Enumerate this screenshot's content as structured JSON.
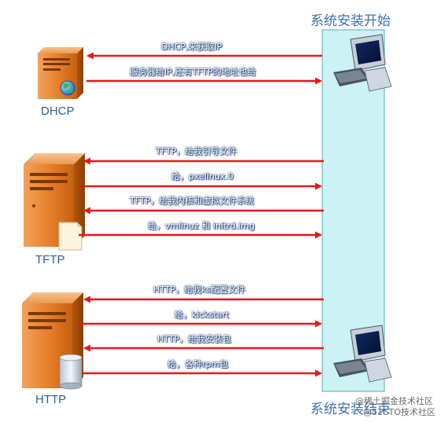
{
  "titles": {
    "start": "系统安装开始",
    "end": "系统安装结束"
  },
  "servers": {
    "dhcp": "DHCP",
    "tftp": "TFTP",
    "http": "HTTP"
  },
  "messages": [
    {
      "text": "DHCP,来获取IP",
      "direction": "to-server"
    },
    {
      "text": "服务器给IP,还有TFTP的地址也给",
      "direction": "to-client"
    },
    {
      "text": "TFTP，给我引导文件",
      "direction": "to-server"
    },
    {
      "text": "给，pxelinux.0",
      "direction": "to-client"
    },
    {
      "text": "TFTP，给我内核和虚拟文件系统",
      "direction": "to-server"
    },
    {
      "text": "给，vmlinuz 和 initrd.img",
      "direction": "to-client"
    },
    {
      "text": "HTTP，给我ks配置文件",
      "direction": "to-server"
    },
    {
      "text": "给，kickstart",
      "direction": "to-client"
    },
    {
      "text": "HTTP，给我安装包",
      "direction": "to-server"
    },
    {
      "text": "给，各种rpm包",
      "direction": "to-client"
    }
  ],
  "watermark": {
    "line1": "@稀土掘金技术社区",
    "line2": "@51CTO技术社区"
  },
  "colors": {
    "lane": "#ccf2f4",
    "lane_border": "#5aa9bd",
    "arrow": "#e8171b",
    "server_body": "#e2731e",
    "label_blue": "#2e5e9e"
  },
  "icons": [
    "server-icon",
    "globe-icon",
    "document-icon",
    "database-icon",
    "computer-icon"
  ]
}
